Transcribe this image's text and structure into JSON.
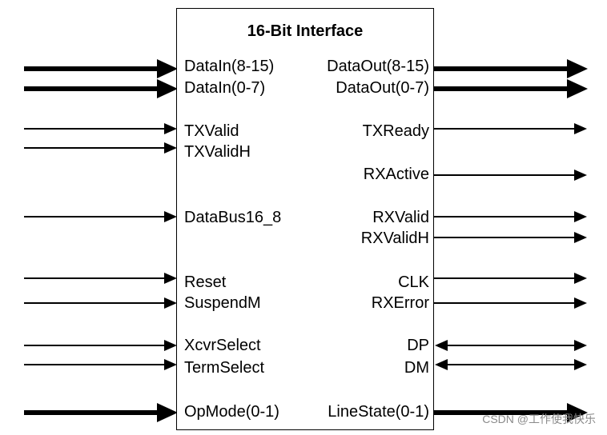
{
  "title": "16-Bit Interface",
  "inputs": [
    {
      "label": "DataIn(8-15)"
    },
    {
      "label": "DataIn(0-7)"
    },
    {
      "label": "TXValid"
    },
    {
      "label": "TXValidH"
    },
    {
      "label": "DataBus16_8"
    },
    {
      "label": "Reset"
    },
    {
      "label": "SuspendM"
    },
    {
      "label": "XcvrSelect"
    },
    {
      "label": "TermSelect"
    },
    {
      "label": "OpMode(0-1)"
    }
  ],
  "outputs": [
    {
      "label": "DataOut(8-15)"
    },
    {
      "label": "DataOut(0-7)"
    },
    {
      "label": "TXReady"
    },
    {
      "label": "RXActive"
    },
    {
      "label": "RXValid"
    },
    {
      "label": "RXValidH"
    },
    {
      "label": "CLK"
    },
    {
      "label": "RXError"
    },
    {
      "label": "DP"
    },
    {
      "label": "DM"
    },
    {
      "label": "LineState(0-1)"
    }
  ],
  "watermark": "CSDN @工作使我快乐",
  "colors": {
    "line": "#000000",
    "background": "#ffffff"
  }
}
